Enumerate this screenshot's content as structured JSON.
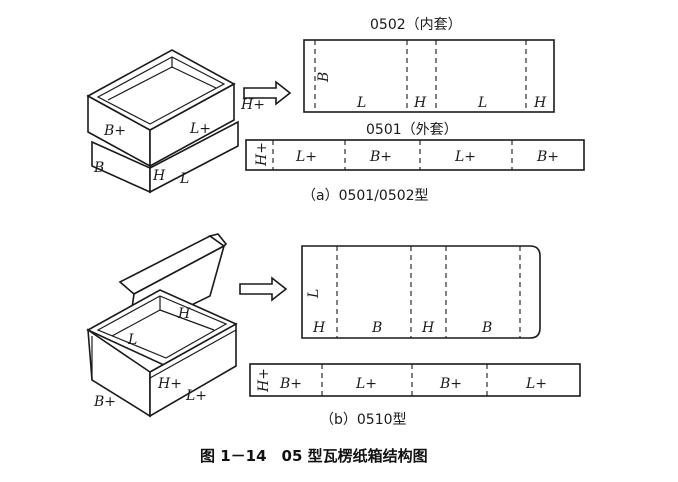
{
  "panel_a": {
    "inner_title": "0502（内套）",
    "outer_title": "0501（外套）",
    "caption": "（a）0501/0502型",
    "box_labels": {
      "front": "B+",
      "side": "L+",
      "base_front": "B",
      "base_h": "H",
      "base_l": "L",
      "arrow_h": "H+"
    },
    "inner_strip_labels": {
      "flap": "B",
      "l1": "L",
      "h1": "H",
      "l2": "L",
      "h2": "H"
    },
    "outer_strip_labels": {
      "h": "H+",
      "l1": "L+",
      "b1": "B+",
      "l2": "L+",
      "b2": "B+"
    }
  },
  "panel_b": {
    "caption": "（b）0510型",
    "box_labels": {
      "lid_h": "H",
      "inner_l": "L",
      "front_h": "H+",
      "side_l": "L+",
      "bottom_b": "B+"
    },
    "sheet_labels": {
      "side_l": "L",
      "h1": "H",
      "b1": "B",
      "h2": "H",
      "b2": "B"
    },
    "strip_labels": {
      "h": "H+",
      "b1": "B+",
      "l1": "L+",
      "b2": "B+",
      "l2": "L+"
    }
  },
  "figure_caption": "图 1－14　05 型瓦楞纸箱结构图"
}
